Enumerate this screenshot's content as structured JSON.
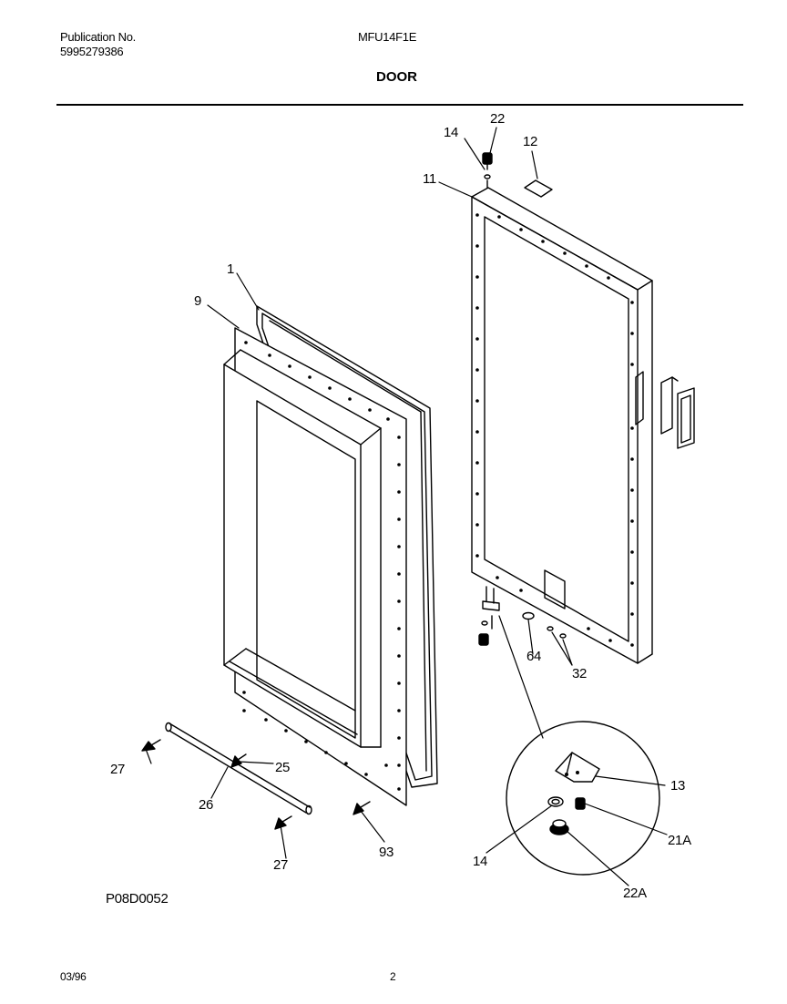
{
  "header": {
    "publication_label": "Publication No.",
    "publication_number": "5995279386",
    "model": "MFU14F1E",
    "title": "DOOR"
  },
  "callouts": {
    "c1": "1",
    "c9": "9",
    "c11": "11",
    "c12": "12",
    "c14_top": "14",
    "c22": "22",
    "c64": "64",
    "c32": "32",
    "c13": "13",
    "c21a": "21A",
    "c14_detail": "14",
    "c22a": "22A",
    "c27_left": "27",
    "c25": "25",
    "c26": "26",
    "c27_bottom": "27",
    "c93": "93"
  },
  "drawing_code": "P08D0052",
  "footer": {
    "date": "03/96",
    "page": "2"
  }
}
